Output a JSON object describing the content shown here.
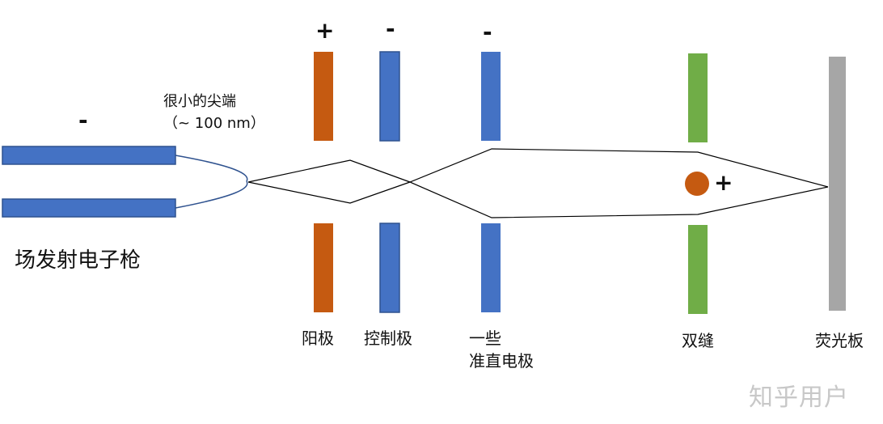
{
  "colors": {
    "blue": "#4472C4",
    "orange": "#C55A11",
    "green": "#70AD47",
    "gray": "#A6A6A6",
    "outline": "#2F528F"
  },
  "labels": {
    "gun": "场发射电子枪",
    "tip_line1": "很小的尖端",
    "tip_line2": "（~ 100 nm）",
    "anode": "阳极",
    "control": "控制极",
    "collimator_line1": "一些",
    "collimator_line2": "准直电极",
    "double_slit": "双缝",
    "screen": "荧光板"
  },
  "signs": {
    "gun": "-",
    "anode": "+",
    "control": "-",
    "collimator": "-",
    "ion": "+"
  },
  "watermark": "知乎用户"
}
